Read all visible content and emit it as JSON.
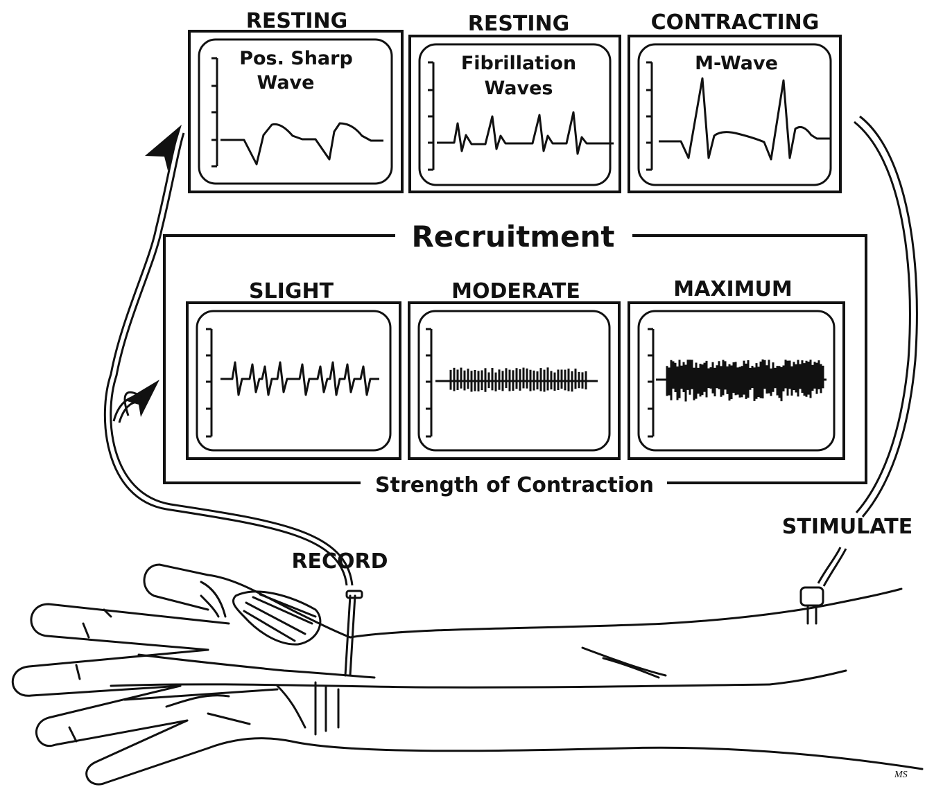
{
  "top_row": [
    {
      "header": "RESTING",
      "title_lines": [
        "Pos. Sharp",
        "Wave"
      ],
      "trace": "positive-sharp-wave"
    },
    {
      "header": "RESTING",
      "title_lines": [
        "Fibrillation",
        "Waves"
      ],
      "trace": "fibrillation-waves"
    },
    {
      "header": "CONTRACTING",
      "title_lines": [
        "M-Wave"
      ],
      "trace": "m-wave"
    }
  ],
  "recruitment": {
    "title": "Recruitment",
    "footer": "Strength of Contraction",
    "panels": [
      {
        "header": "SLIGHT",
        "trace": "slight"
      },
      {
        "header": "MODERATE",
        "trace": "moderate"
      },
      {
        "header": "MAXIMUM",
        "trace": "maximum"
      }
    ]
  },
  "record_label": "RECORD",
  "stimulate_label": "STIMULATE",
  "signature": "MS"
}
